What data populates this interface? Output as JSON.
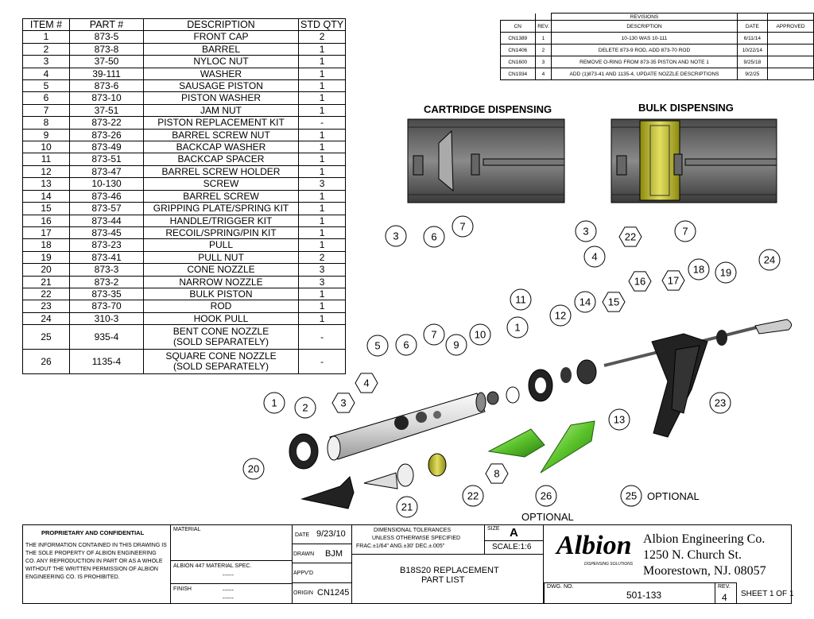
{
  "parts_table": {
    "headers": [
      "ITEM #",
      "PART #",
      "DESCRIPTION",
      "STD QTY"
    ],
    "rows": [
      [
        "1",
        "873-5",
        "FRONT CAP",
        "2"
      ],
      [
        "2",
        "873-8",
        "BARREL",
        "1"
      ],
      [
        "3",
        "37-50",
        "NYLOC NUT",
        "1"
      ],
      [
        "4",
        "39-111",
        "WASHER",
        "1"
      ],
      [
        "5",
        "873-6",
        "SAUSAGE PISTON",
        "1"
      ],
      [
        "6",
        "873-10",
        "PISTON WASHER",
        "1"
      ],
      [
        "7",
        "37-51",
        "JAM NUT",
        "1"
      ],
      [
        "8",
        "873-22",
        "PISTON REPLACEMENT KIT",
        "-"
      ],
      [
        "9",
        "873-26",
        "BARREL SCREW NUT",
        "1"
      ],
      [
        "10",
        "873-49",
        "BACKCAP WASHER",
        "1"
      ],
      [
        "11",
        "873-51",
        "BACKCAP SPACER",
        "1"
      ],
      [
        "12",
        "873-47",
        "BARREL SCREW HOLDER",
        "1"
      ],
      [
        "13",
        "10-130",
        "SCREW",
        "3"
      ],
      [
        "14",
        "873-46",
        "BARREL SCREW",
        "1"
      ],
      [
        "15",
        "873-57",
        "GRIPPING PLATE/SPRING KIT",
        "1"
      ],
      [
        "16",
        "873-44",
        "HANDLE/TRIGGER KIT",
        "1"
      ],
      [
        "17",
        "873-45",
        "RECOIL/SPRING/PIN KIT",
        "1"
      ],
      [
        "18",
        "873-23",
        "PULL",
        "1"
      ],
      [
        "19",
        "873-41",
        "PULL NUT",
        "2"
      ],
      [
        "20",
        "873-3",
        "CONE NOZZLE",
        "3"
      ],
      [
        "21",
        "873-2",
        "NARROW NOZZLE",
        "3"
      ],
      [
        "22",
        "873-35",
        "BULK PISTON",
        "1"
      ],
      [
        "23",
        "873-70",
        "ROD",
        "1"
      ],
      [
        "24",
        "310-3",
        "HOOK PULL",
        "1"
      ]
    ],
    "tall_rows": [
      [
        "25",
        "935-4",
        "BENT CONE NOZZLE",
        "(SOLD SEPARATELY)",
        "-"
      ],
      [
        "26",
        "1135-4",
        "SQUARE CONE NOZZLE",
        "(SOLD SEPARATELY)",
        "-"
      ]
    ]
  },
  "revisions": {
    "title": "REVISIONS",
    "headers": [
      "CN",
      "REV.",
      "DESCRIPTION",
      "DATE",
      "APPROVED"
    ],
    "rows": [
      [
        "CN1389",
        "1",
        "10-130 WAS 10-111",
        "6/11/14",
        ""
      ],
      [
        "CN1406",
        "2",
        "DELETE 873-9 ROD, ADD 873-70 ROD",
        "10/22/14",
        ""
      ],
      [
        "CN1600",
        "3",
        "REMOVE O-RING FROM 873-35 PISTON AND NOTE 1",
        "9/25/18",
        ""
      ],
      [
        "CN1934",
        "4",
        "ADD (1)873-41 AND 1135-4, UPDATE NOZZLE DESCRIPTIONS",
        "9/2/25",
        ""
      ]
    ]
  },
  "views": {
    "cartridge_title": "CARTRIDGE DISPENSING",
    "bulk_title": "BULK DISPENSING",
    "cartridge_callouts": [
      "3",
      "6",
      "7"
    ],
    "bulk_callouts": [
      "3",
      "4",
      "22",
      "7"
    ]
  },
  "exploded_callouts": [
    "1",
    "2",
    "3",
    "4",
    "5",
    "6",
    "7",
    "8",
    "9",
    "10",
    "1",
    "11",
    "12",
    "13",
    "14",
    "15",
    "16",
    "17",
    "18",
    "19",
    "20",
    "21",
    "22",
    "23",
    "24",
    "25",
    "26"
  ],
  "optional_labels": [
    "OPTIONAL",
    "OPTIONAL"
  ],
  "title_block": {
    "proprietary_title": "PROPRIETARY AND CONFIDENTIAL",
    "proprietary_text": "THE INFORMATION CONTAINED IN THIS DRAWING IS THE SOLE PROPERTY OF ALBION ENGINEERING CO. ANY REPRODUCTION IN PART OR AS A WHOLE WITHOUT THE WRITTEN PERMISSION OF ALBION ENGINEERING CO. IS PROHIBITED.",
    "material_label": "MATERIAL",
    "material_spec_label": "ALBION 447 MATERIAL SPEC.",
    "material_spec_value": "------",
    "finish_label": "FINISH",
    "finish_value_1": "------",
    "finish_value_2": "------",
    "date_label": "DATE",
    "date_value": "9/23/10",
    "drawn_label": "DRAWN",
    "drawn_value": "BJM",
    "apprvd_label": "APPV'D",
    "origin_label": "ORIGIN",
    "origin_value": "CN1245",
    "tolerance_1": "DIMENSIONAL TOLERANCES",
    "tolerance_2": "UNLESS OTHERWISE SPECIFIED",
    "tolerance_3": "FRAC.±1/64\"  ANG.±30'  DEC.±.005\"",
    "size_label": "SIZE",
    "size_value": "A",
    "scale": "SCALE:1:6",
    "title_line_1": "B18S20 REPLACEMENT",
    "title_line_2": "PART LIST",
    "logo_text": "Albion",
    "logo_sub": "DISPENSING SOLUTIONS",
    "company_1": "Albion Engineering Co.",
    "company_2": "1250 N. Church St.",
    "company_3": "Moorestown, NJ. 08057",
    "dwg_label": "DWG. NO.",
    "dwg_value": "501-133",
    "rev_label": "REV.",
    "rev_value": "4",
    "sheet": "SHEET 1 OF 1"
  }
}
